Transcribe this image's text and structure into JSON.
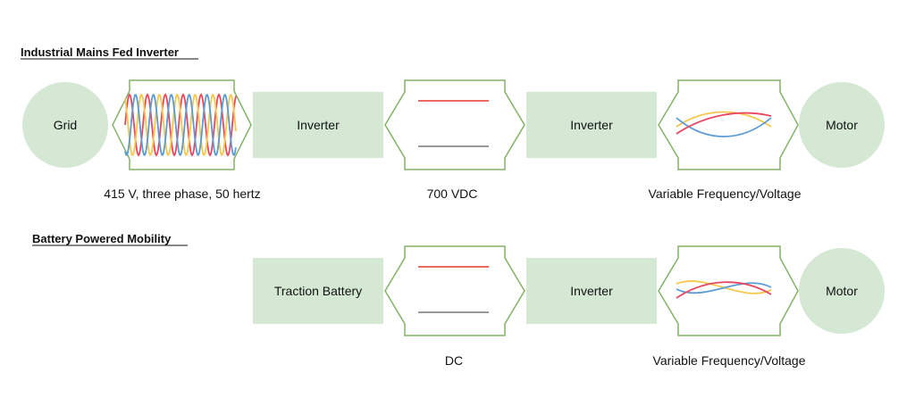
{
  "sections": [
    {
      "heading": "Industrial Mains Fed Inverter",
      "nodes": [
        "Grid",
        "Inverter",
        "Inverter",
        "Motor"
      ],
      "labels": [
        "415 V, three phase, 50 hertz",
        "700 VDC",
        "Variable Frequency/Voltage"
      ]
    },
    {
      "heading": "Battery Powered Mobility",
      "nodes": [
        "Traction Battery",
        "Inverter",
        "Motor"
      ],
      "labels": [
        "DC",
        "Variable Frequency/Voltage"
      ]
    }
  ],
  "colors": {
    "node_fill": "#d5e8d4",
    "arrow_stroke": "#82b366",
    "phase_red": "#e8475f",
    "phase_yellow": "#f5c84c",
    "phase_blue": "#5b9bd5",
    "dc_positive": "#ea6b66",
    "dc_negative": "#999999"
  }
}
